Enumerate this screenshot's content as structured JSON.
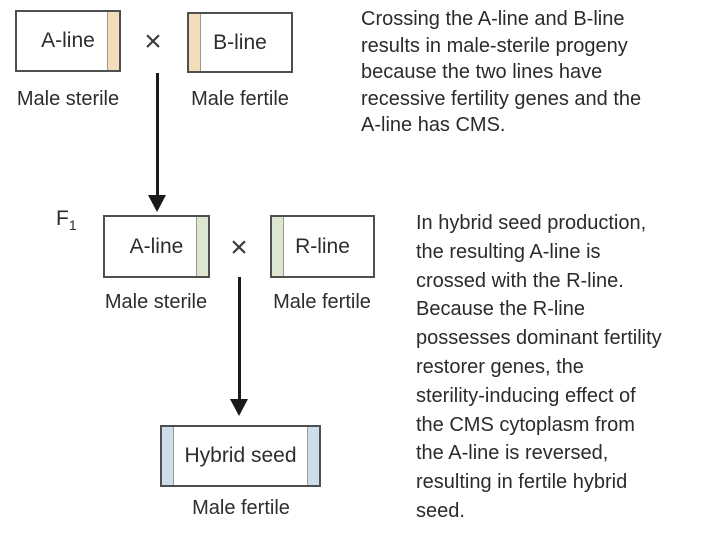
{
  "colors": {
    "tan_stripe": "#f2dcba",
    "green_stripe": "#dde7cf",
    "blue_stripe": "#cfdcea",
    "box_border": "#4f4f4f",
    "arrow": "#1a1a1a",
    "text": "#2d2d2d"
  },
  "cross1": {
    "female": {
      "label": "A-line",
      "status": "Male sterile"
    },
    "symbol": "×",
    "male": {
      "label": "B-line",
      "status": "Male fertile"
    }
  },
  "f1": {
    "base": "F",
    "sub": "1"
  },
  "cross2": {
    "female": {
      "label": "A-line",
      "status": "Male sterile"
    },
    "symbol": "×",
    "male": {
      "label": "R-line",
      "status": "Male fertile"
    }
  },
  "result": {
    "label": "Hybrid seed",
    "status": "Male fertile"
  },
  "notes": {
    "note1": "Crossing the A-line and B-line\nresults in male-sterile progeny\nbecause the two lines have\nrecessive fertility genes and the\nA-line has CMS.",
    "note2": "In hybrid seed production,\nthe resulting A-line is\ncrossed with the R-line.\nBecause the R-line\npossesses dominant fertility\nrestorer genes, the\nsterility-inducing effect of\nthe CMS cytoplasm from\nthe A-line is reversed,\nresulting in fertile hybrid\nseed."
  }
}
